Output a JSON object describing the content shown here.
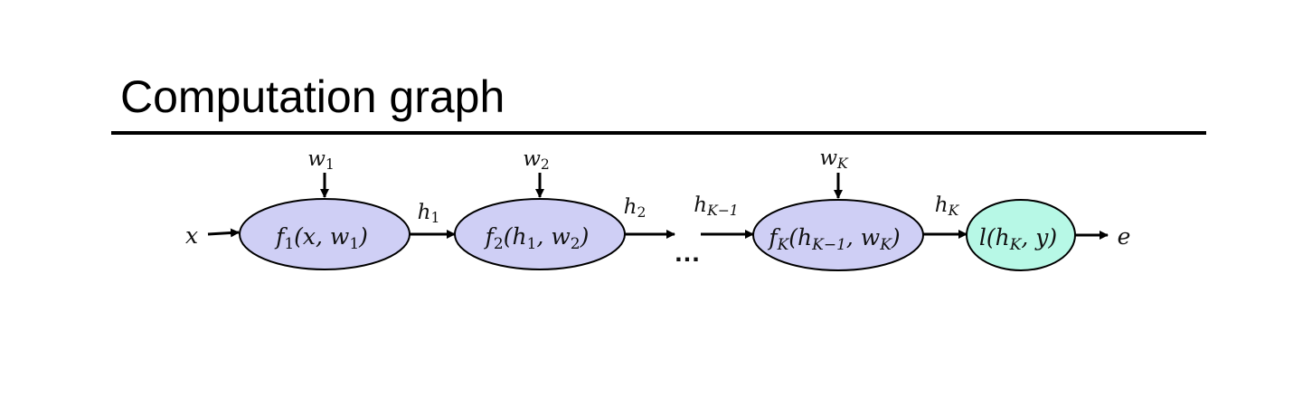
{
  "title": "Computation graph",
  "colors": {
    "node_fill": "#cfcff5",
    "loss_fill": "#b7f8e6",
    "stroke": "#000000"
  },
  "nodes": [
    {
      "id": "f1",
      "label": [
        [
          "f",
          ""
        ],
        [
          "1",
          "sub"
        ],
        [
          "(x, w",
          ""
        ],
        [
          "1",
          "sub"
        ],
        [
          ")",
          ""
        ]
      ]
    },
    {
      "id": "f2",
      "label": [
        [
          "f",
          ""
        ],
        [
          "2",
          "sub"
        ],
        [
          "(h",
          ""
        ],
        [
          "1",
          "sub"
        ],
        [
          ", w",
          ""
        ],
        [
          "2",
          "sub"
        ],
        [
          ")",
          ""
        ]
      ]
    },
    {
      "id": "fK",
      "label": [
        [
          "f",
          ""
        ],
        [
          "K",
          "sub"
        ],
        [
          "(h",
          ""
        ],
        [
          "K−1",
          "sub"
        ],
        [
          ", w",
          ""
        ],
        [
          "K",
          "sub"
        ],
        [
          ")",
          ""
        ]
      ]
    },
    {
      "id": "loss",
      "label": [
        [
          "l(h",
          ""
        ],
        [
          "K",
          "sub"
        ],
        [
          ", y)",
          ""
        ]
      ]
    }
  ],
  "weights": [
    {
      "label": [
        [
          "w",
          ""
        ],
        [
          "1",
          "sub"
        ]
      ]
    },
    {
      "label": [
        [
          "w",
          ""
        ],
        [
          "2",
          "sub"
        ]
      ]
    },
    {
      "label": [
        [
          "w",
          ""
        ],
        [
          "K",
          "sub"
        ]
      ]
    }
  ],
  "edges": [
    {
      "label": [
        [
          "x",
          ""
        ]
      ]
    },
    {
      "label": [
        [
          "h",
          ""
        ],
        [
          "1",
          "sub"
        ]
      ]
    },
    {
      "label": [
        [
          "h",
          ""
        ],
        [
          "2",
          "sub"
        ]
      ]
    },
    {
      "label": [
        [
          "h",
          ""
        ],
        [
          "K−1",
          "sub"
        ]
      ]
    },
    {
      "label": [
        [
          "h",
          ""
        ],
        [
          "K",
          "sub"
        ]
      ]
    },
    {
      "label": [
        [
          "e",
          ""
        ]
      ]
    }
  ],
  "ellipsis": "…"
}
